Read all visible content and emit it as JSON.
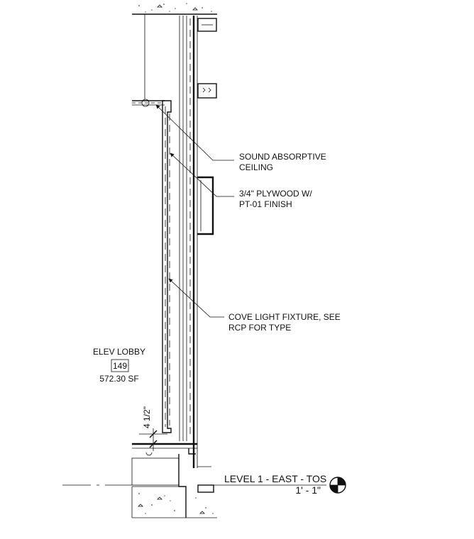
{
  "notes": {
    "ceiling": [
      "SOUND ABSORPTIVE",
      "CEILING"
    ],
    "plywood": [
      "3/4\" PLYWOOD W/",
      "PT-01 FINISH"
    ],
    "cove": [
      "COVE LIGHT FIXTURE, SEE",
      "RCP FOR TYPE"
    ]
  },
  "room": {
    "name": "ELEV LOBBY",
    "number": "149",
    "area": "572.30 SF"
  },
  "dimension": {
    "value": "4 1/2\""
  },
  "level": {
    "name": "LEVEL 1 - EAST - TOS",
    "elevation": "1' - 1\""
  }
}
